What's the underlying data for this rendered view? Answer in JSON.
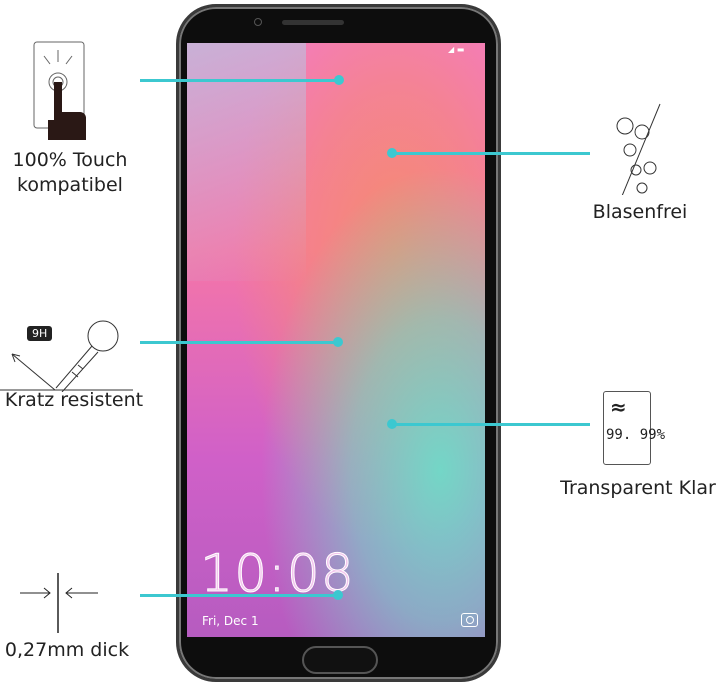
{
  "features": {
    "touch": {
      "line1": "100% Touch",
      "line2": "kompatibel"
    },
    "bubble": "Blasenfrei",
    "scratch": {
      "label": "Kratz resistent",
      "badge": "9H"
    },
    "clear": {
      "label": "Transparent Klar",
      "value": "99. 99%"
    },
    "thickness": "0,27mm dick"
  },
  "phone": {
    "time": "10:08",
    "date": "Fri, Dec 1"
  },
  "colors": {
    "callout": "#3cc8d0"
  },
  "icons": [
    "touch-finger-icon",
    "bubbles-crossed-icon",
    "key-scratch-icon",
    "clarity-icon",
    "thickness-arrows-icon",
    "camera-icon"
  ]
}
